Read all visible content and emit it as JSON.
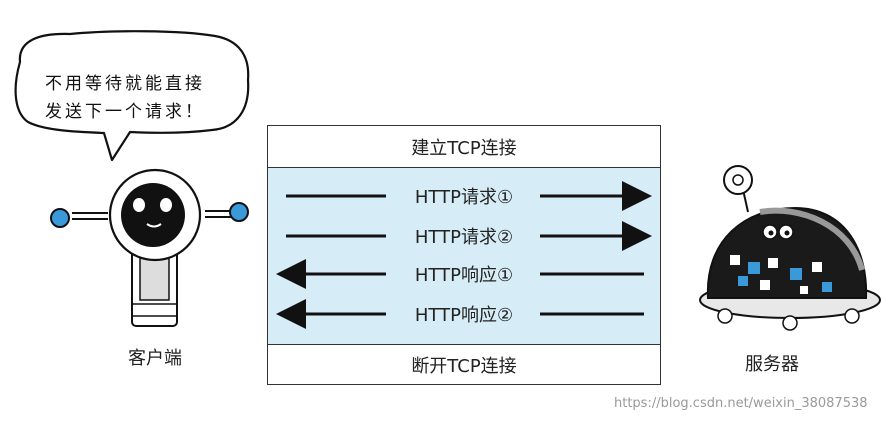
{
  "bubble": {
    "line1": "不用等待就能直接",
    "line2": "发送下一个请求！"
  },
  "labels": {
    "client": "客户端",
    "server": "服务器"
  },
  "protocol": {
    "open": "建立TCP连接",
    "close": "断开TCP连接",
    "messages": [
      {
        "text": "HTTP请求①",
        "direction": "right"
      },
      {
        "text": "HTTP请求②",
        "direction": "right"
      },
      {
        "text": "HTTP响应①",
        "direction": "left"
      },
      {
        "text": "HTTP响应②",
        "direction": "left"
      }
    ]
  },
  "colors": {
    "box_fill": "#d6ecf6",
    "robot_blue": "#3a9ad9",
    "ink": "#111111"
  },
  "watermark": "https://blog.csdn.net/weixin_38087538"
}
